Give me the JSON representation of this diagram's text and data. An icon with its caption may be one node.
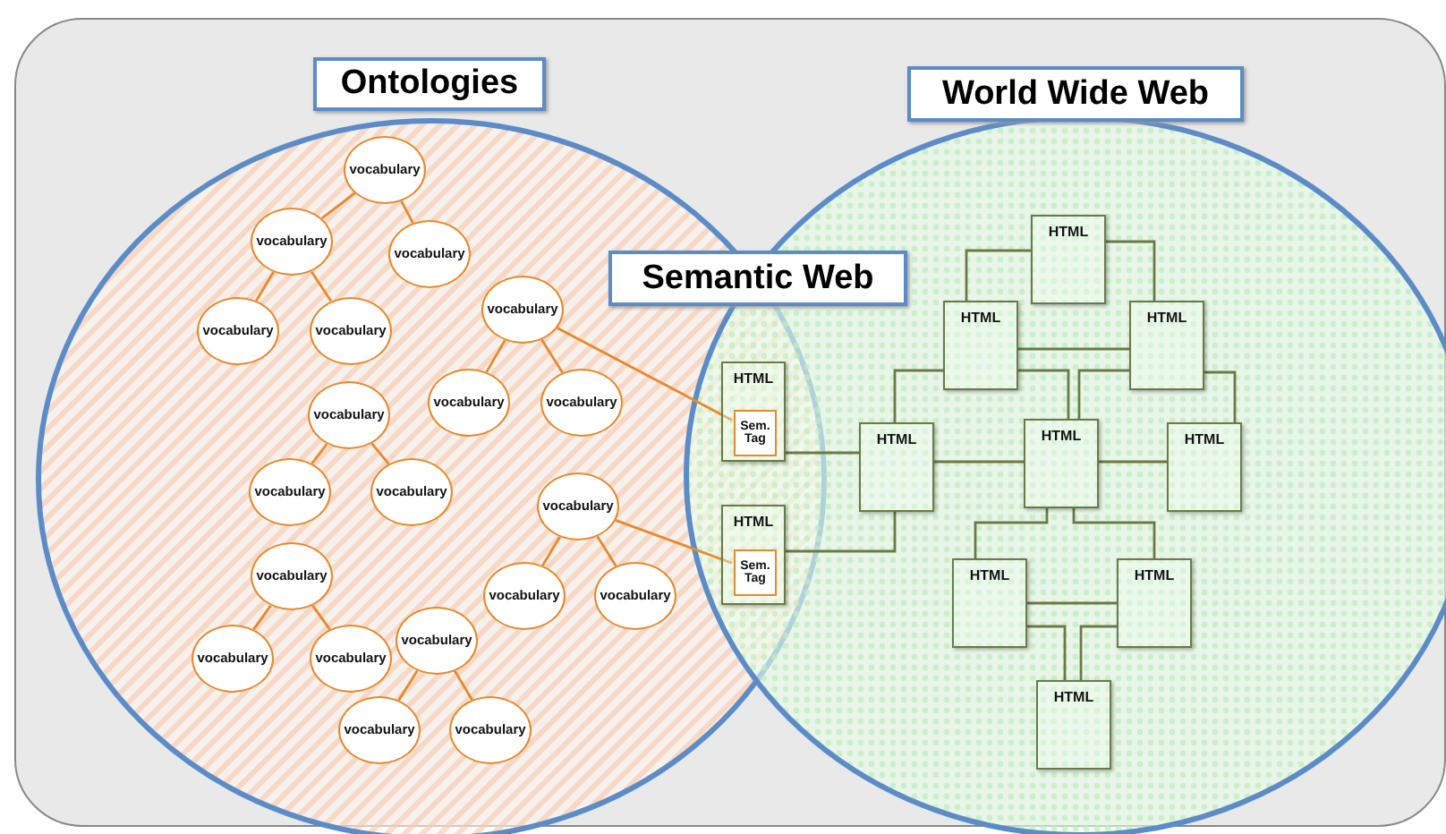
{
  "diagram": {
    "nodes": [
      {
        "text": [
          "Ontologies"
        ]
      },
      {
        "text": [
          "World Wide Web"
        ]
      },
      {
        "text": [
          "vocabulary"
        ],
        "in": 0
      },
      {
        "text": [
          "vocabulary"
        ],
        "in": 0
      },
      {
        "text": [
          "vocabulary"
        ],
        "in": 0
      },
      {
        "text": [
          "vocabulary"
        ],
        "in": 0
      },
      {
        "text": [
          "vocabulary"
        ],
        "in": 0
      },
      {
        "text": [
          "vocabulary"
        ],
        "in": 0
      },
      {
        "text": [
          "vocabulary"
        ],
        "in": 0
      },
      {
        "text": [
          "vocabulary"
        ],
        "in": 0
      },
      {
        "text": [
          "vocabulary"
        ],
        "in": 0
      },
      {
        "text": [
          "vocabulary"
        ],
        "in": 0
      },
      {
        "text": [
          "vocabulary"
        ],
        "in": 0
      },
      {
        "text": [
          "vocabulary"
        ],
        "in": 0
      },
      {
        "text": [
          "vocabulary"
        ],
        "in": 0
      },
      {
        "text": [
          "vocabulary"
        ],
        "in": 0
      },
      {
        "text": [
          "vocabulary"
        ],
        "in": 0
      },
      {
        "text": [
          "vocabulary"
        ],
        "in": 0
      },
      {
        "text": [
          "vocabulary"
        ],
        "in": 0
      },
      {
        "text": [
          "vocabulary"
        ],
        "in": 0
      },
      {
        "text": [
          "vocabulary"
        ],
        "in": 0
      },
      {
        "text": [
          "vocabulary"
        ],
        "in": 0
      },
      {
        "text": [
          "HTML"
        ]
      },
      {
        "text": [
          "Sem. Tag"
        ],
        "in": 22
      },
      {
        "text": [
          "HTML"
        ]
      },
      {
        "text": [
          "Sem. Tag"
        ],
        "in": 24
      },
      {
        "text": [
          "HTML"
        ],
        "in": 1
      },
      {
        "text": [
          "HTML"
        ],
        "in": 1
      },
      {
        "text": [
          "HTML"
        ],
        "in": 1
      },
      {
        "text": [
          "HTML"
        ],
        "in": 1
      },
      {
        "text": [
          "HTML"
        ],
        "in": 1
      },
      {
        "text": [
          "HTML"
        ],
        "in": 1
      },
      {
        "text": [
          "HTML"
        ],
        "in": 1
      },
      {
        "text": [
          "HTML"
        ],
        "in": 1
      },
      {
        "text": [
          "HTML"
        ],
        "in": 1
      }
    ],
    "edges": [
      {
        "from": 2,
        "to": 3,
        "arrow": "none",
        "color": "#e8892b"
      },
      {
        "from": 2,
        "to": 4,
        "arrow": "none",
        "color": "#e8892b"
      },
      {
        "from": 3,
        "to": 5,
        "arrow": "none",
        "color": "#e8892b"
      },
      {
        "from": 3,
        "to": 6,
        "arrow": "none",
        "color": "#e8892b"
      },
      {
        "from": 7,
        "to": 8,
        "arrow": "none",
        "color": "#e8892b"
      },
      {
        "from": 7,
        "to": 9,
        "arrow": "none",
        "color": "#e8892b"
      },
      {
        "from": 10,
        "to": 11,
        "arrow": "none",
        "color": "#e8892b"
      },
      {
        "from": 10,
        "to": 12,
        "arrow": "none",
        "color": "#e8892b"
      },
      {
        "from": 13,
        "to": 14,
        "arrow": "none",
        "color": "#e8892b"
      },
      {
        "from": 13,
        "to": 15,
        "arrow": "none",
        "color": "#e8892b"
      },
      {
        "from": 16,
        "to": 17,
        "arrow": "none",
        "color": "#e8892b"
      },
      {
        "from": 16,
        "to": 18,
        "arrow": "none",
        "color": "#e8892b"
      },
      {
        "from": 19,
        "to": 20,
        "arrow": "none",
        "color": "#e8892b"
      },
      {
        "from": 19,
        "to": 21,
        "arrow": "none",
        "color": "#e8892b"
      },
      {
        "from": 7,
        "to": 23,
        "arrow": "none",
        "color": "#e8892b"
      },
      {
        "from": 13,
        "to": 25,
        "arrow": "none",
        "color": "#e8892b"
      },
      {
        "from": 26,
        "to": 27,
        "arrow": "none",
        "color": "#6b7a45"
      },
      {
        "from": 26,
        "to": 28,
        "arrow": "none",
        "color": "#6b7a45"
      },
      {
        "from": 27,
        "to": 28,
        "arrow": "none",
        "color": "#6b7a45"
      },
      {
        "from": 27,
        "to": 29,
        "arrow": "none",
        "color": "#6b7a45"
      },
      {
        "from": 27,
        "to": 30,
        "arrow": "none",
        "color": "#6b7a45"
      },
      {
        "from": 28,
        "to": 30,
        "arrow": "none",
        "color": "#6b7a45"
      },
      {
        "from": 28,
        "to": 31,
        "arrow": "none",
        "color": "#6b7a45"
      },
      {
        "from": 29,
        "to": 30,
        "arrow": "none",
        "color": "#6b7a45"
      },
      {
        "from": 30,
        "to": 31,
        "arrow": "none",
        "color": "#6b7a45"
      },
      {
        "from": 22,
        "to": 29,
        "arrow": "none",
        "color": "#6b7a45"
      },
      {
        "from": 24,
        "to": 29,
        "arrow": "none",
        "color": "#6b7a45"
      },
      {
        "from": 30,
        "to": 32,
        "arrow": "none",
        "color": "#6b7a45"
      },
      {
        "from": 30,
        "to": 33,
        "arrow": "none",
        "color": "#6b7a45"
      },
      {
        "from": 32,
        "to": 33,
        "arrow": "none",
        "color": "#6b7a45"
      },
      {
        "from": 32,
        "to": 34,
        "arrow": "none",
        "color": "#6b7a45"
      },
      {
        "from": 33,
        "to": 34,
        "arrow": "none",
        "color": "#6b7a45"
      }
    ],
    "labels": [
      "Semantic Web"
    ]
  }
}
